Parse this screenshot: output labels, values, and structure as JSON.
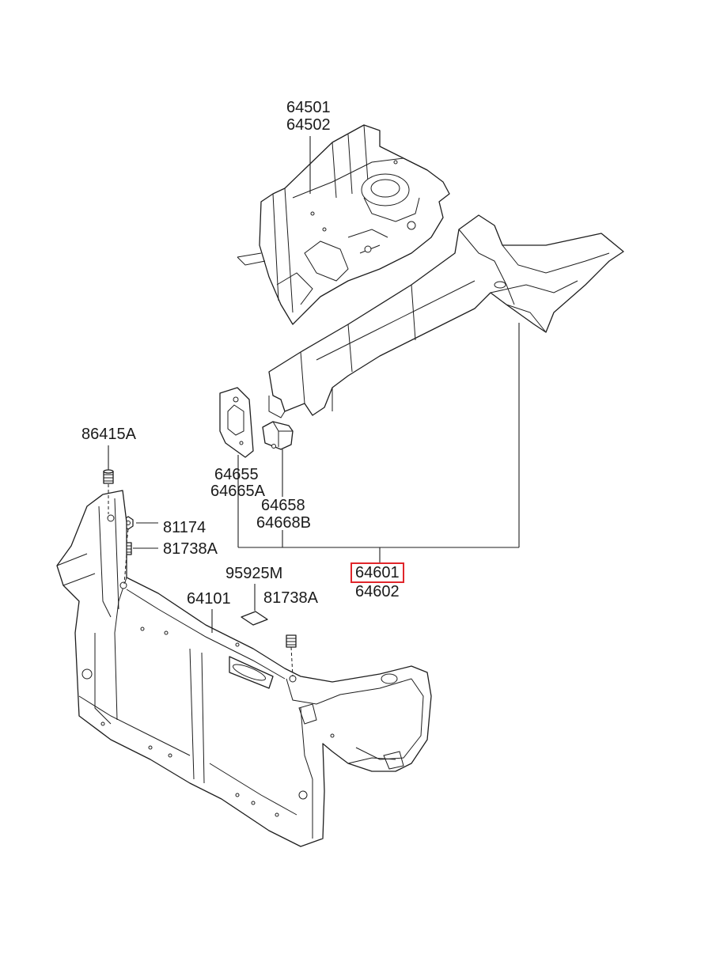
{
  "callouts": {
    "wheel_house_upper": "64501",
    "wheel_house_lower": "64502",
    "bolt_left_top": "86415A",
    "nut_left": "81174",
    "bolt_left": "81738A",
    "label_pad": "95925M",
    "carrier": "64101",
    "bolt_right": "81738A",
    "plate_upper": "64655",
    "plate_lower": "64665A",
    "bracket_upper": "64658",
    "bracket_lower": "64668B",
    "side_member_highlighted": "64601",
    "side_member_other": "64602"
  },
  "colors": {
    "highlight_box": "#e0262b",
    "line_art": "#1e1e1e",
    "background": "#ffffff"
  }
}
